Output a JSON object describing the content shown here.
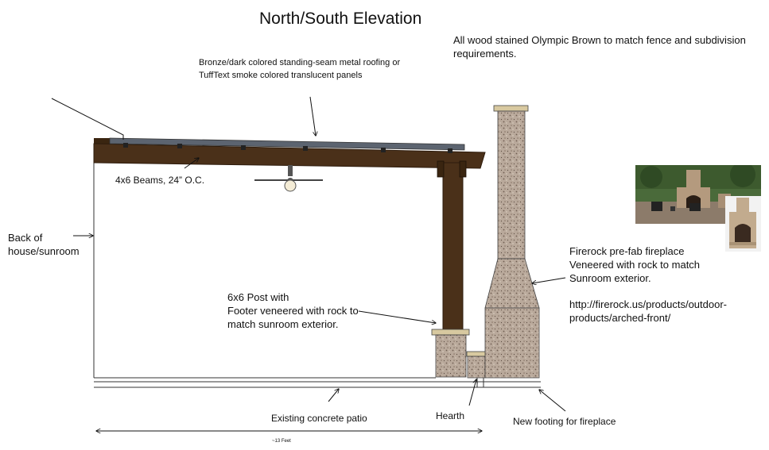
{
  "title": "North/South Elevation",
  "notes": {
    "stain": "All wood stained Olympic Brown to match fence and subdivision\nrequirements.",
    "roofing": "Bronze/dark colored standing-seam metal roofing or\nTuffText smoke colored translucent panels",
    "beams": "4x6 Beams, 24” O.C.",
    "house": "Back of\nhouse/sunroom",
    "post": "6x6 Post with\nFooter veneered with rock to\nmatch sunroom exterior.",
    "fireplace": "Firerock pre-fab fireplace\nVeneered with rock to match\nSunroom exterior.",
    "url": "http://firerock.us/products/outdoor-\nproducts/arched-front/",
    "patio": "Existing concrete patio",
    "hearth": "Hearth",
    "footing": "New footing for fireplace",
    "dimension": "~13 Feet"
  },
  "colors": {
    "wood": "#4a3019",
    "wood_dark": "#2e1c0d",
    "metal": "#5c6470",
    "stone": "#b7a79a",
    "cap": "#d8c9a0",
    "line": "#222222"
  }
}
